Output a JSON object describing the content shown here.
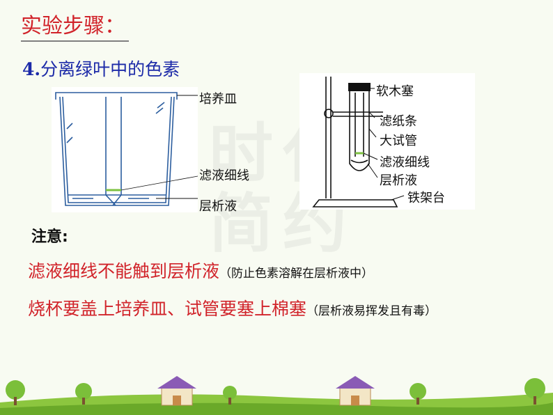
{
  "title": "实验步骤：",
  "subtitle": {
    "num": "4.",
    "text": "分离绿叶中的色素"
  },
  "left_figure": {
    "label_dish": "培养皿",
    "label_line": "滤液细线",
    "label_liquid": "层析液"
  },
  "right_figure": {
    "labels": [
      "软木塞",
      "滤纸条",
      "大试管",
      "滤液细线",
      "层析液",
      "铁架台"
    ]
  },
  "watermark": {
    "line1": "时代",
    "line2": "简约"
  },
  "notes": {
    "heading": "注意:",
    "items": [
      {
        "main": "滤液细线不能触到层析液",
        "paren": "（防止色素溶解在层析液中）"
      },
      {
        "main": "烧杯要盖上培养皿、试管要塞上棉塞",
        "paren": "（层析液易挥发且有毒）"
      }
    ]
  },
  "colors": {
    "title": "#d1232a",
    "subtitle": "#1c2aa8",
    "diagram": "#2b5d9e",
    "green": "#7dc242"
  }
}
